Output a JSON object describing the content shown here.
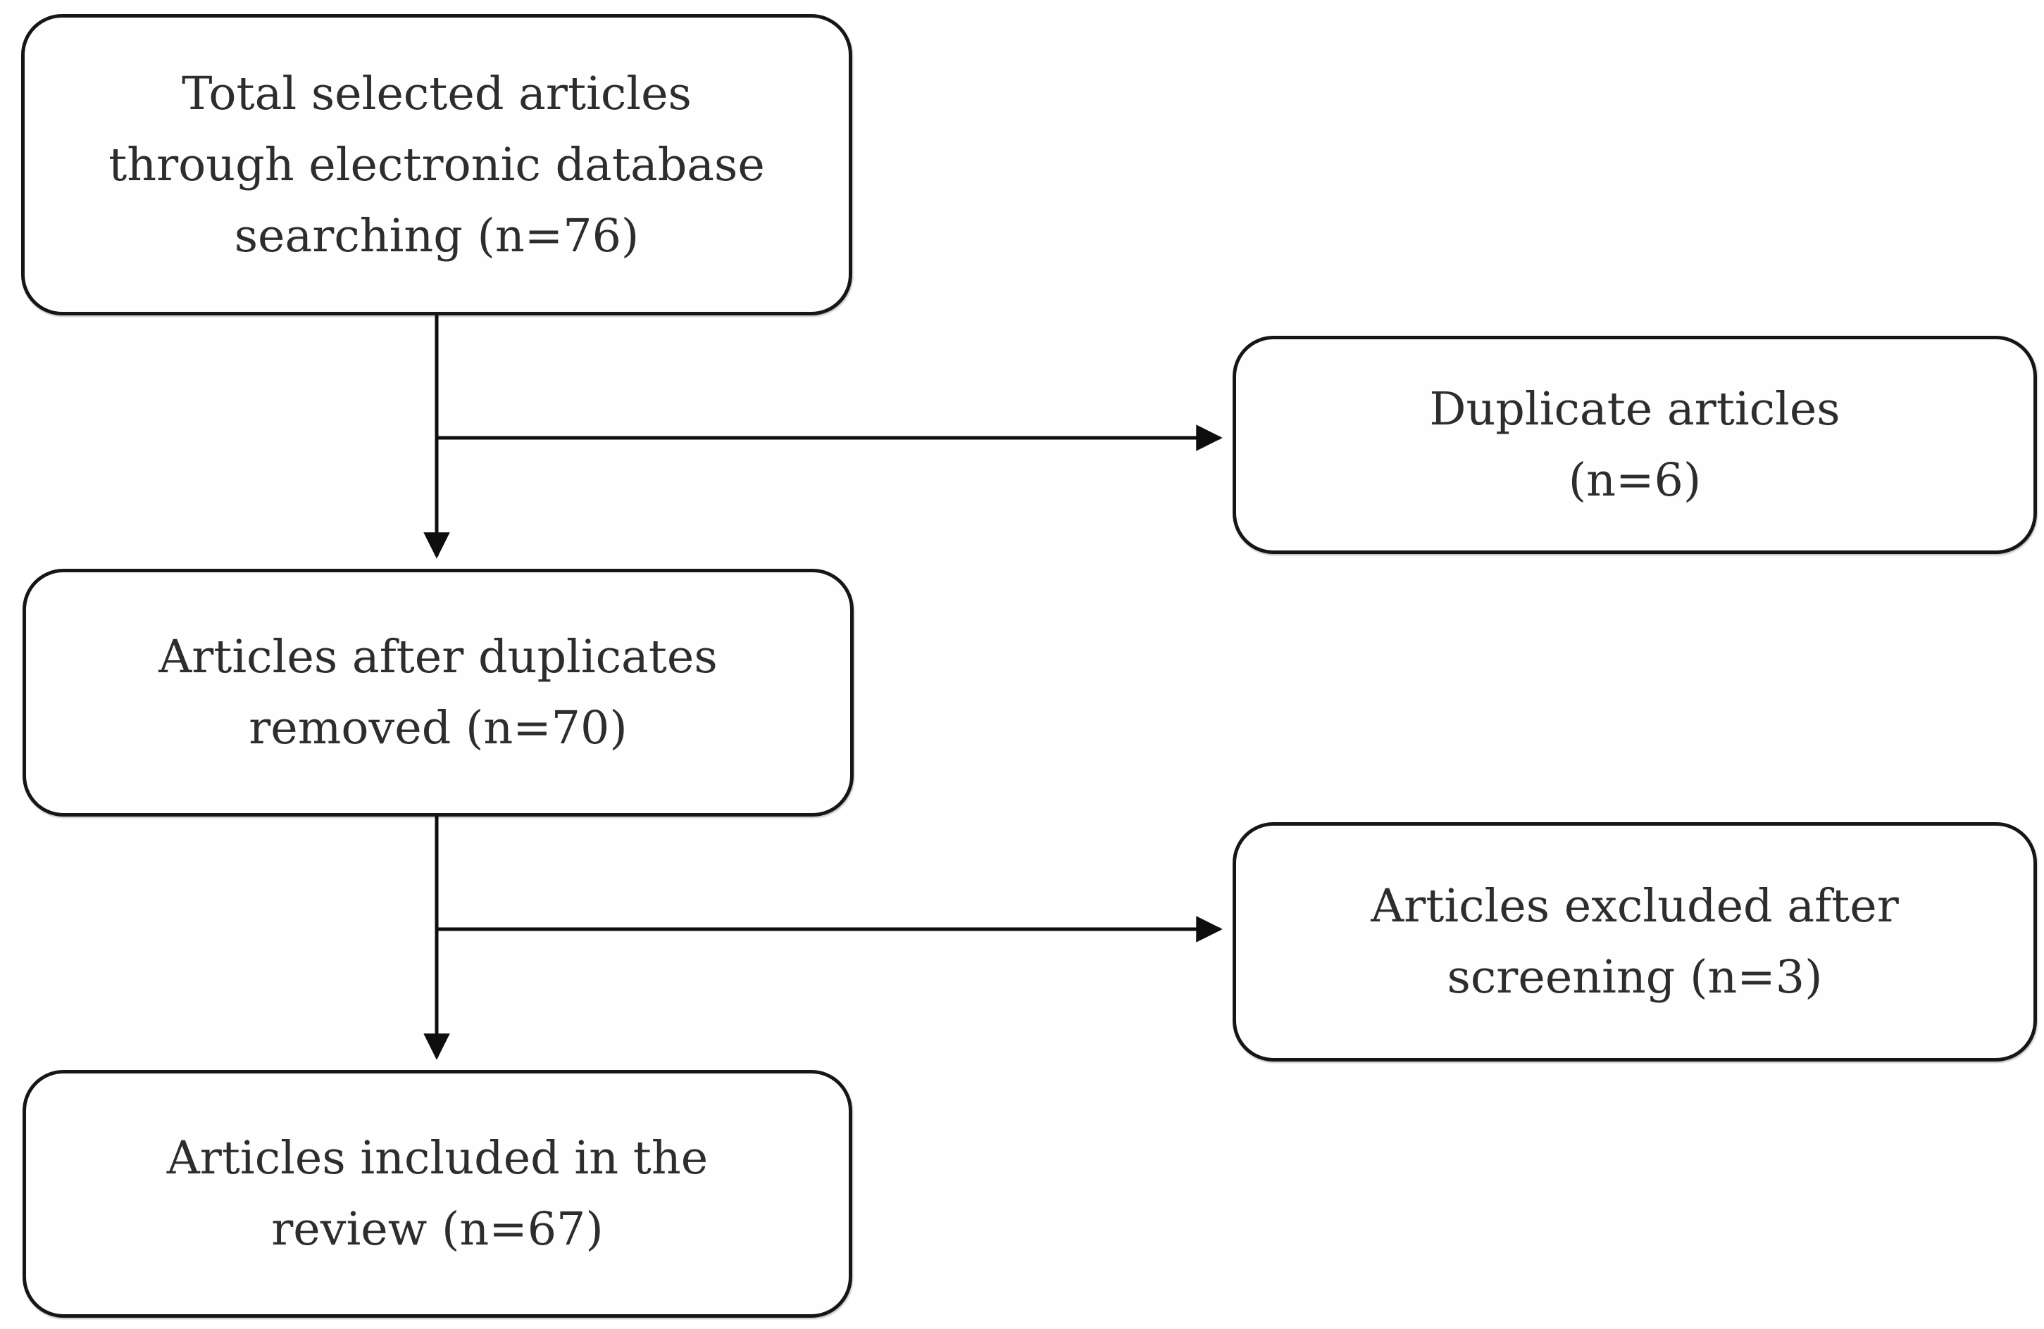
{
  "figure": {
    "type": "flow-diagram",
    "background": "#ffffff",
    "box_border_color": "#161616",
    "arrow_color": "#0e0e0e",
    "text_color": "#2d2d2d"
  },
  "nodes": [
    {
      "id": "identification",
      "lines": [
        "Total selected articles",
        "through electronic database",
        "searching (n=76)"
      ],
      "n": 76
    },
    {
      "id": "duplicates",
      "lines": [
        "Duplicate articles",
        "(n=6)"
      ],
      "n": 6
    },
    {
      "id": "after-duplicates",
      "lines": [
        "Articles after duplicates",
        "removed (n=70)"
      ],
      "n": 70
    },
    {
      "id": "excluded",
      "lines": [
        "Articles excluded after",
        "screening (n=3)"
      ],
      "n": 3
    },
    {
      "id": "included",
      "lines": [
        "Articles included in the",
        "review (n=67)"
      ],
      "n": 67
    }
  ],
  "edges": [
    {
      "from": "identification",
      "to": "after-duplicates"
    },
    {
      "from": "identification",
      "to": "duplicates"
    },
    {
      "from": "after-duplicates",
      "to": "included"
    },
    {
      "from": "after-duplicates",
      "to": "excluded"
    }
  ]
}
